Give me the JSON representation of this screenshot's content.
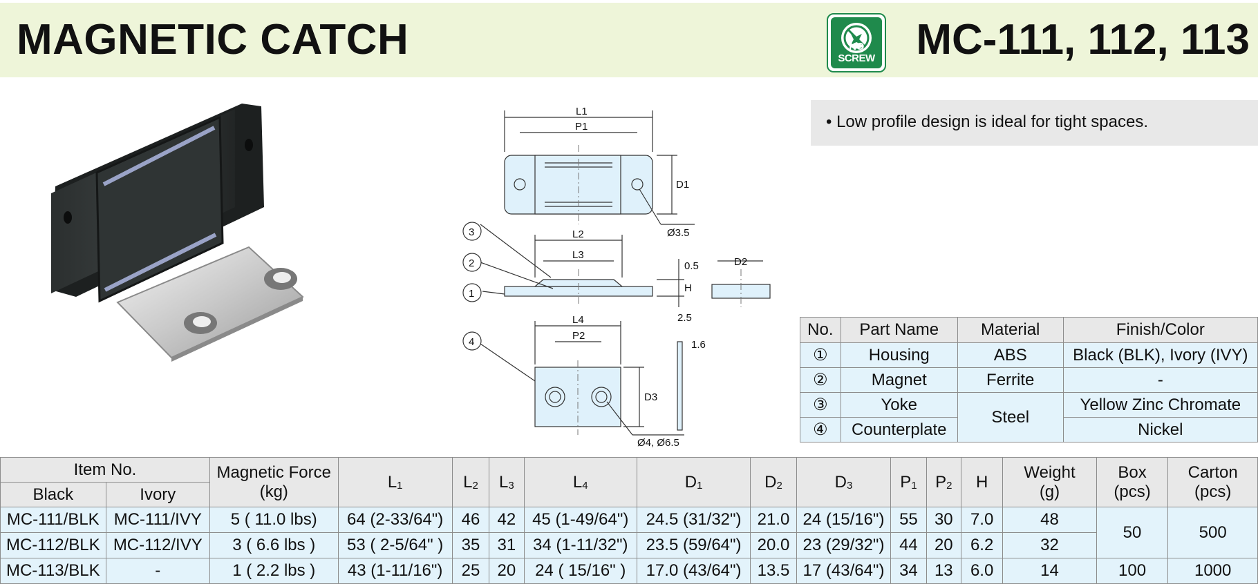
{
  "header": {
    "title": "MAGNETIC CATCH",
    "model": "MC-111, 112, 113",
    "badge": "NO SCREW"
  },
  "feature": "• Low profile design is ideal for tight spaces.",
  "drawing": {
    "labels": {
      "l1": "L1",
      "p1": "P1",
      "d1": "D1",
      "l2": "L2",
      "l3": "L3",
      "d2": "D2",
      "l4": "L4",
      "p2": "P2",
      "d3": "D3",
      "h": "H"
    },
    "callouts": [
      "1",
      "2",
      "3",
      "4"
    ],
    "dims": {
      "hole1": "Ø3.5",
      "hole2": "Ø4, Ø6.5",
      "t05": "0.5",
      "t25": "2.5",
      "t16": "1.6"
    }
  },
  "parts": {
    "headers": [
      "No.",
      "Part Name",
      "Material",
      "Finish/Color"
    ],
    "rows": [
      {
        "no": "①",
        "name": "Housing",
        "material": "ABS",
        "finish": "Black (BLK), Ivory (IVY)"
      },
      {
        "no": "②",
        "name": "Magnet",
        "material": "Ferrite",
        "finish": "-"
      },
      {
        "no": "③",
        "name": "Yoke",
        "material": "Steel",
        "finish": "Yellow Zinc Chromate"
      },
      {
        "no": "④",
        "name": "Counterplate",
        "finish": "Nickel"
      }
    ]
  },
  "spec": {
    "headers": {
      "item": "Item No.",
      "black": "Black",
      "ivory": "Ivory",
      "force1": "Magnetic Force",
      "force2": "(kg)",
      "l1": "L",
      "l2": "L",
      "l3": "L",
      "l4": "L",
      "d1": "D",
      "d2": "D",
      "d3": "D",
      "p1": "P",
      "p2": "P",
      "s1": "1",
      "s2": "2",
      "s3": "3",
      "s4": "4",
      "h": "H",
      "weight1": "Weight",
      "weight2": "(g)",
      "box1": "Box",
      "box2": "(pcs)",
      "carton1": "Carton",
      "carton2": "(pcs)"
    },
    "rows": [
      {
        "black": "MC-111/BLK",
        "ivory": "MC-111/IVY",
        "force": "5 ( 11.0 lbs)",
        "l1": "64 (2-33/64\")",
        "l2": "46",
        "l3": "42",
        "l4": "45 (1-49/64\")",
        "d1": "24.5 (31/32\")",
        "d2": "21.0",
        "d3": "24 (15/16\")",
        "p1": "55",
        "p2": "30",
        "h": "7.0",
        "weight": "48",
        "box": "50",
        "carton": "500"
      },
      {
        "black": "MC-112/BLK",
        "ivory": "MC-112/IVY",
        "force": "3 ( 6.6 lbs )",
        "l1": "53 ( 2-5/64\" )",
        "l2": "35",
        "l3": "31",
        "l4": "34 (1-11/32\")",
        "d1": "23.5 (59/64\")",
        "d2": "20.0",
        "d3": "23 (29/32\")",
        "p1": "44",
        "p2": "20",
        "h": "6.2",
        "weight": "32"
      },
      {
        "black": "MC-113/BLK",
        "ivory": "-",
        "force": "1 ( 2.2 lbs )",
        "l1": "43 (1-11/16\")",
        "l2": "25",
        "l3": "20",
        "l4": "24 ( 15/16\"  )",
        "d1": "17.0 (43/64\")",
        "d2": "13.5",
        "d3": "17 (43/64\")",
        "p1": "34",
        "p2": "13",
        "h": "6.0",
        "weight": "14",
        "box": "100",
        "carton": "1000"
      }
    ]
  }
}
